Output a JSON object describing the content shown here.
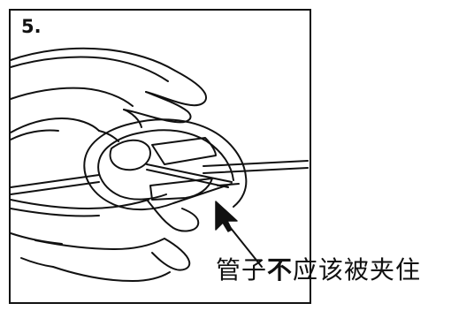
{
  "step": {
    "number": "5."
  },
  "caption": {
    "before": "管子",
    "emphasis": "不",
    "after": "应该被夹住"
  },
  "colors": {
    "ink": "#111111",
    "paper": "#ffffff"
  },
  "icons": {
    "pointer": "arrow-cursor-icon"
  }
}
